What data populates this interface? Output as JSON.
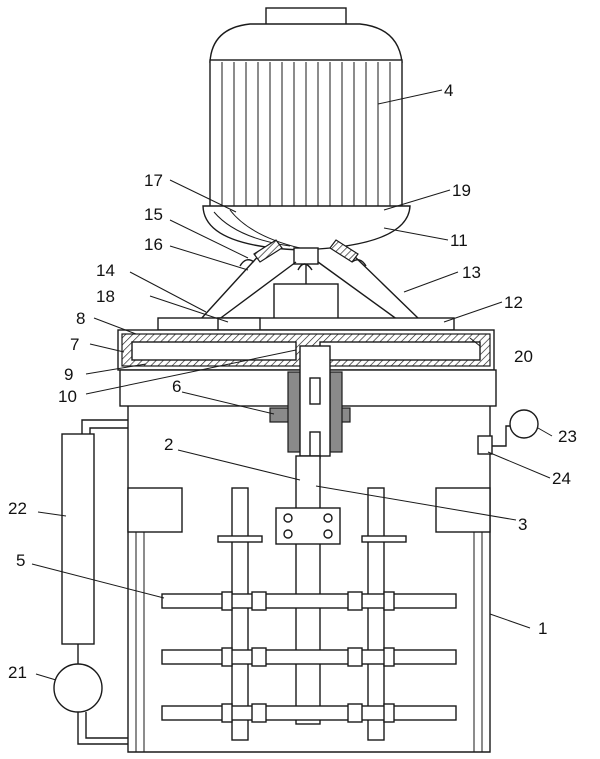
{
  "labels": [
    "1",
    "2",
    "3",
    "4",
    "5",
    "6",
    "7",
    "8",
    "9",
    "10",
    "11",
    "12",
    "13",
    "14",
    "15",
    "16",
    "17",
    "18",
    "19",
    "20",
    "21",
    "22",
    "23",
    "24"
  ]
}
